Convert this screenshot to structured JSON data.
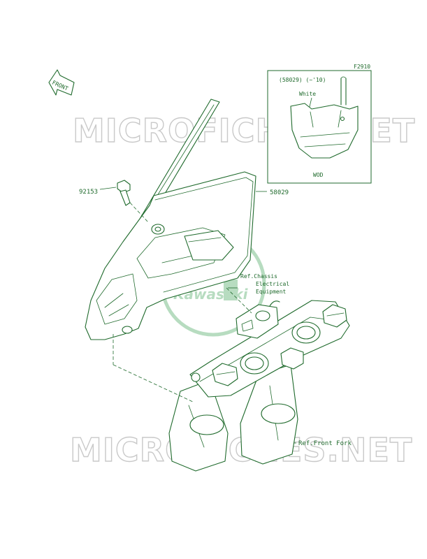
{
  "diagram": {
    "code": "F2910",
    "direction_label": "FRONT",
    "watermark": "MICROFICHES.NET",
    "brand": "Kawasaki",
    "inset": {
      "part_label": "(58029) (~'10)",
      "color_label": "White",
      "model_label": "WOD"
    },
    "callouts": [
      {
        "id": "bolt",
        "text": "92153"
      },
      {
        "id": "cover",
        "text": "58029"
      },
      {
        "id": "chassis1",
        "text": "Ref.Chassis"
      },
      {
        "id": "chassis2",
        "text": "Electrical"
      },
      {
        "id": "chassis3",
        "text": "Equipment"
      },
      {
        "id": "fork",
        "text": "Ref.Front Fork"
      }
    ],
    "colors": {
      "line": "#1f6a2c",
      "watermark": "#c9c9c9",
      "logo": "#b7dcc0"
    }
  }
}
